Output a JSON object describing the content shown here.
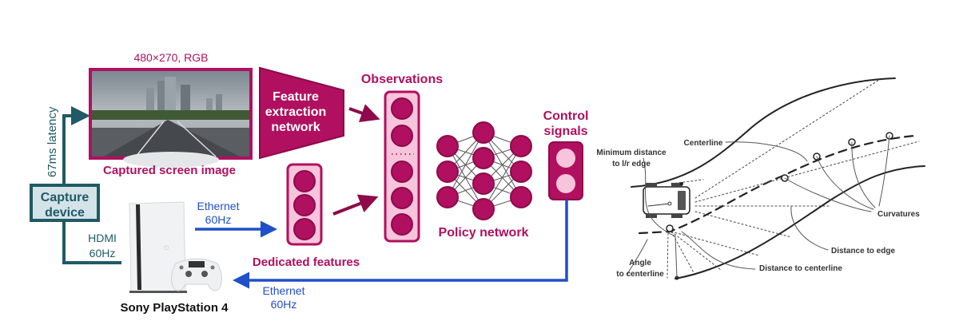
{
  "colors": {
    "magenta": "#b0105f",
    "magenta_dark": "#8e0a4b",
    "pink_fill": "#f7c4dc",
    "teal": "#1f5a66",
    "teal_fill": "#d4e3e8",
    "blue": "#1f4fc9",
    "line_gray": "#333333"
  },
  "pipeline": {
    "screen_resolution": "480×270, RGB",
    "captured_screen_label": "Captured screen image",
    "latency_label": "67ms latency",
    "capture_device": [
      "Capture",
      "device"
    ],
    "hdmi": [
      "HDMI",
      "60Hz"
    ],
    "ethernet_in": [
      "Ethernet",
      "60Hz"
    ],
    "ethernet_out": [
      "Ethernet",
      "60Hz"
    ],
    "console_label": "Sony PlayStation 4",
    "feature_extraction": [
      "Feature",
      "extraction",
      "network"
    ],
    "dedicated_features_label": "Dedicated features",
    "observations_label": "Observations",
    "policy_network_label": "Policy network",
    "control_signals": [
      "Control",
      "signals"
    ]
  },
  "track_diagram": {
    "centerline": "Centerline",
    "min_distance": [
      "Minimum distance",
      "to l/r edge"
    ],
    "curvatures": "Curvatures",
    "distance_to_edge": "Distance to edge",
    "distance_to_centerline": "Distance to centerline",
    "angle": [
      "Angle",
      "to centerline"
    ]
  }
}
